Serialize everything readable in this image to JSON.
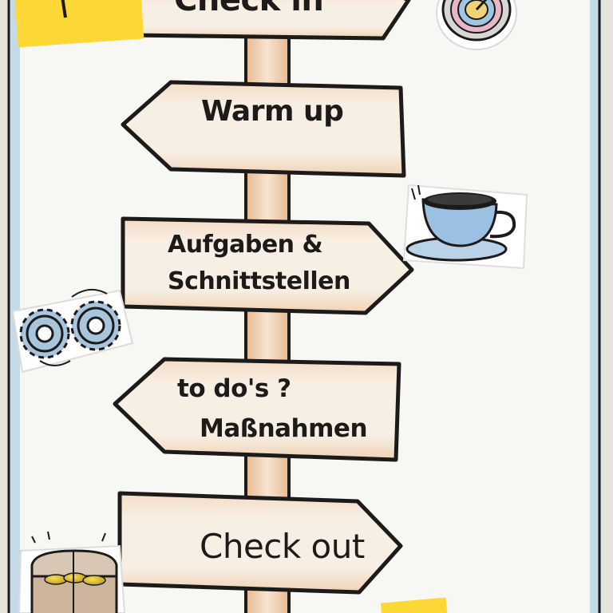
{
  "signs": {
    "checkin": "Check in",
    "warmup": "Warm up",
    "aufgaben_line1": "Aufgaben &",
    "aufgaben_line2": "Schnittstellen",
    "todos_line1": "to do's ?",
    "todos_line2": "Maßnahmen",
    "checkout": "Check out"
  },
  "colors": {
    "paper": "#f7f7f4",
    "sign_fill": "#f6eadc",
    "sign_shade": "#efcfb0",
    "ink": "#1d1b1a",
    "border_blue": "#a9c9dc",
    "sticky_yellow": "#fbd835"
  },
  "stickers": [
    "target-icon",
    "coffee-cup-icon",
    "gears-icon",
    "treasure-chest-icon"
  ]
}
